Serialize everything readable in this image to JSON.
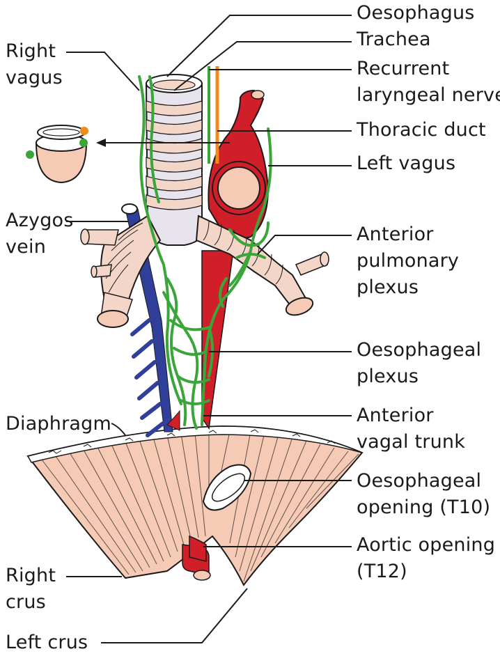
{
  "labels": {
    "oesophagus": "Oesophagus",
    "trachea": "Trachea",
    "recurrent_nerve_1": "Recurrent",
    "recurrent_nerve_2": "laryngeal nerve",
    "thoracic_duct": "Thoracic duct",
    "left_vagus": "Left vagus",
    "anterior_pulmonary_1": "Anterior",
    "anterior_pulmonary_2": "pulmonary",
    "anterior_pulmonary_3": "plexus",
    "oesophageal_plexus_1": "Oesophageal",
    "oesophageal_plexus_2": "plexus",
    "anterior_vagal_1": "Anterior",
    "anterior_vagal_2": "vagal trunk",
    "oesophageal_opening_1": "Oesophageal",
    "oesophageal_opening_2": "opening (T10)",
    "aortic_opening_1": "Aortic opening",
    "aortic_opening_2": "(T12)",
    "right_vagus_1": "Right",
    "right_vagus_2": "vagus",
    "azygos_1": "Azygos",
    "azygos_2": "vein",
    "diaphragm": "Diaphragm",
    "right_crus_1": "Right",
    "right_crus_2": "crus",
    "left_crus": "Left crus"
  },
  "colors": {
    "nerve": "#3aa63a",
    "aorta": "#d11f2a",
    "vein": "#2f3f9a",
    "thoracic_duct": "#f08c1e",
    "tissue": "#f6cbb6",
    "trachea_ring": "#f3d6c8",
    "trachea_light": "#e8e4ee",
    "outline": "#1a1a1a"
  }
}
